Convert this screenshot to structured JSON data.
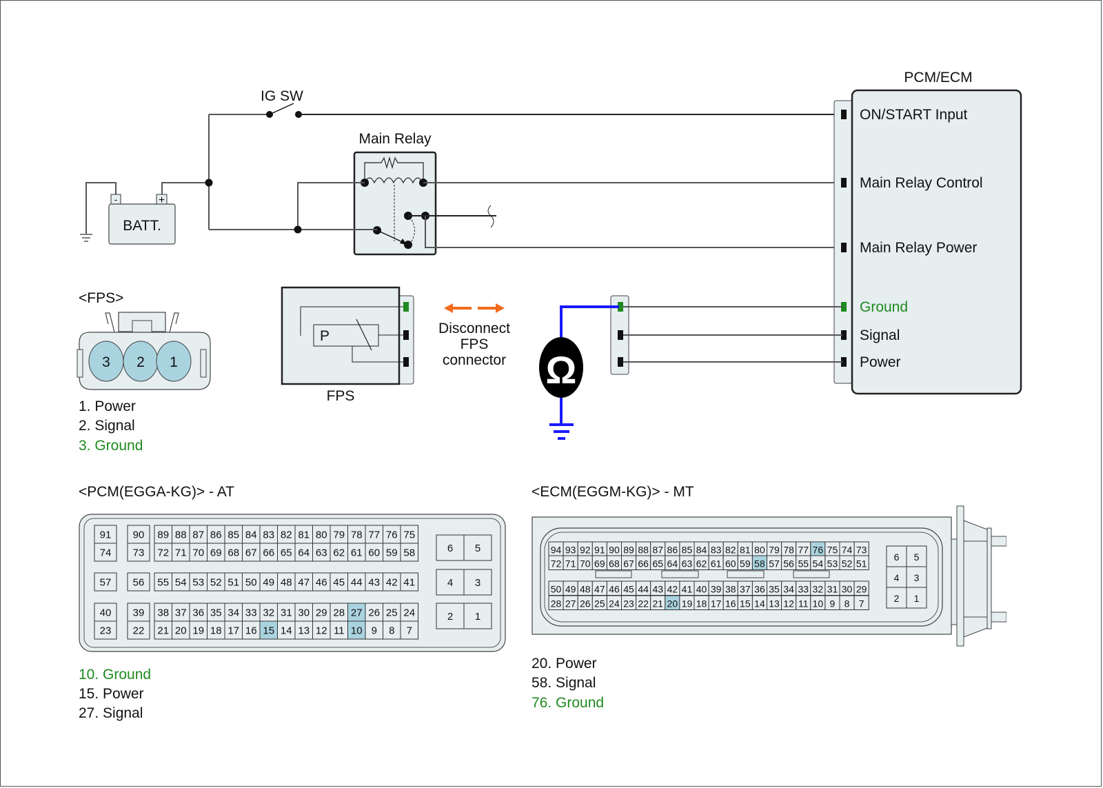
{
  "colors": {
    "ground_text": "#1f8a1f",
    "highlight_pin": "#a9d3df",
    "probe_wire": "#1a1aff",
    "arrow": "#f26a1b",
    "component_fill": "#e6eef0"
  },
  "circuit": {
    "ig_switch_label": "IG SW",
    "battery_label": "BATT.",
    "battery_neg": "-",
    "battery_pos": "+",
    "main_relay_label": "Main Relay",
    "module_title": "PCM/ECM",
    "module_pins": [
      {
        "label": "ON/START Input",
        "ground": false
      },
      {
        "label": "Main Relay Control",
        "ground": false
      },
      {
        "label": "Main Relay Power",
        "ground": false
      },
      {
        "label": "Ground",
        "ground": true
      },
      {
        "label": "Signal",
        "ground": false
      },
      {
        "label": "Power",
        "ground": false
      }
    ],
    "fps_sensor_label": "FPS",
    "fps_sensor_symbol": "P",
    "disconnect_text": [
      "Disconnect",
      "FPS",
      "connector"
    ],
    "ohmmeter_symbol": "Ω"
  },
  "fps_connector": {
    "title": "<FPS>",
    "pins": [
      "3",
      "2",
      "1"
    ],
    "legend": [
      {
        "text": "1. Power",
        "ground": false
      },
      {
        "text": "2. Signal",
        "ground": false
      },
      {
        "text": "3. Ground",
        "ground": true
      }
    ]
  },
  "pcm_connector": {
    "title": "<PCM(EGGA-KG)> - AT",
    "highlighted": [
      "10",
      "15",
      "27"
    ],
    "single_blocks": [
      [
        "91",
        "74"
      ],
      [
        "90",
        "73"
      ],
      [
        "57"
      ],
      [
        "56"
      ],
      [
        "40",
        "23"
      ],
      [
        "39",
        "22"
      ]
    ],
    "grid_rows": [
      [
        "89",
        "88",
        "87",
        "86",
        "85",
        "84",
        "83",
        "82",
        "81",
        "80",
        "79",
        "78",
        "77",
        "76",
        "75"
      ],
      [
        "72",
        "71",
        "70",
        "69",
        "68",
        "67",
        "66",
        "65",
        "64",
        "63",
        "62",
        "61",
        "60",
        "59",
        "58"
      ],
      [
        "55",
        "54",
        "53",
        "52",
        "51",
        "50",
        "49",
        "48",
        "47",
        "46",
        "45",
        "44",
        "43",
        "42",
        "41"
      ],
      [
        "38",
        "37",
        "36",
        "35",
        "34",
        "33",
        "32",
        "31",
        "30",
        "29",
        "28",
        "27",
        "26",
        "25",
        "24"
      ],
      [
        "21",
        "20",
        "19",
        "18",
        "17",
        "16",
        "15",
        "14",
        "13",
        "12",
        "11",
        "10",
        "9",
        "8",
        "7"
      ]
    ],
    "power_pins": [
      [
        "6",
        "5"
      ],
      [
        "4",
        "3"
      ],
      [
        "2",
        "1"
      ]
    ],
    "legend": [
      {
        "text": "10. Ground",
        "ground": true
      },
      {
        "text": "15. Power",
        "ground": false
      },
      {
        "text": "27. Signal",
        "ground": false
      }
    ]
  },
  "ecm_connector": {
    "title": "<ECM(EGGM-KG)> - MT",
    "highlighted": [
      "20",
      "58",
      "76"
    ],
    "grid_rows": [
      [
        "94",
        "93",
        "92",
        "91",
        "90",
        "89",
        "88",
        "87",
        "86",
        "85",
        "84",
        "83",
        "82",
        "81",
        "80",
        "79",
        "78",
        "77",
        "76",
        "75",
        "74",
        "73"
      ],
      [
        "72",
        "71",
        "70",
        "69",
        "68",
        "67",
        "66",
        "65",
        "64",
        "63",
        "62",
        "61",
        "60",
        "59",
        "58",
        "57",
        "56",
        "55",
        "54",
        "53",
        "52",
        "51"
      ],
      [
        "50",
        "49",
        "48",
        "47",
        "46",
        "45",
        "44",
        "43",
        "42",
        "41",
        "40",
        "39",
        "38",
        "37",
        "36",
        "35",
        "34",
        "33",
        "32",
        "31",
        "30",
        "29"
      ],
      [
        "28",
        "27",
        "26",
        "25",
        "24",
        "23",
        "22",
        "21",
        "20",
        "19",
        "18",
        "17",
        "16",
        "15",
        "14",
        "13",
        "12",
        "11",
        "10",
        "9",
        "8",
        "7"
      ]
    ],
    "power_pins": [
      [
        "6",
        "5"
      ],
      [
        "4",
        "3"
      ],
      [
        "2",
        "1"
      ]
    ],
    "legend": [
      {
        "text": "20. Power",
        "ground": false
      },
      {
        "text": "58. Signal",
        "ground": false
      },
      {
        "text": "76. Ground",
        "ground": true
      }
    ]
  }
}
